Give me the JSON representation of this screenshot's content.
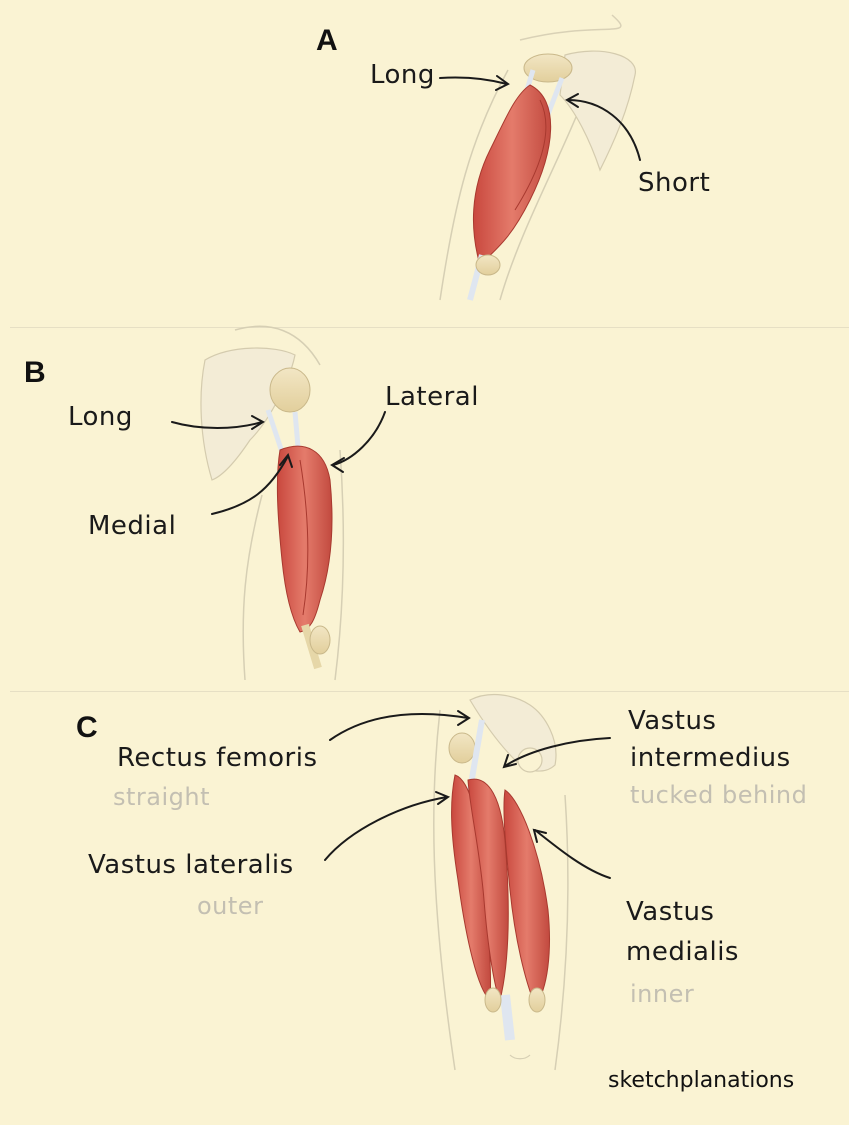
{
  "panels": {
    "a": {
      "letter": "A",
      "labels": {
        "long": "Long",
        "short": "Short"
      }
    },
    "b": {
      "letter": "B",
      "labels": {
        "long": "Long",
        "lateral": "Lateral",
        "medial": "Medial"
      }
    },
    "c": {
      "letter": "C",
      "labels": {
        "rectus": "Rectus femoris",
        "rectus_sub": "straight",
        "lateralis": "Vastus lateralis",
        "lateralis_sub": "outer",
        "intermedius_1": "Vastus",
        "intermedius_2": "intermedius",
        "intermedius_sub": "tucked behind",
        "medialis_1": "Vastus",
        "medialis_2": "medialis",
        "medialis_sub": "inner"
      }
    }
  },
  "brand": "sketchplanations",
  "colors": {
    "background": "#faf3d3",
    "muscle": "#dc6a5c",
    "muscle_dark": "#b4443a",
    "bone": "#efe2bb",
    "tendon": "#dfe6f0",
    "sublabel": "#c3bfb2"
  },
  "icons": [
    "biceps-illustration",
    "triceps-illustration",
    "quadriceps-illustration",
    "annotation-arrow"
  ]
}
